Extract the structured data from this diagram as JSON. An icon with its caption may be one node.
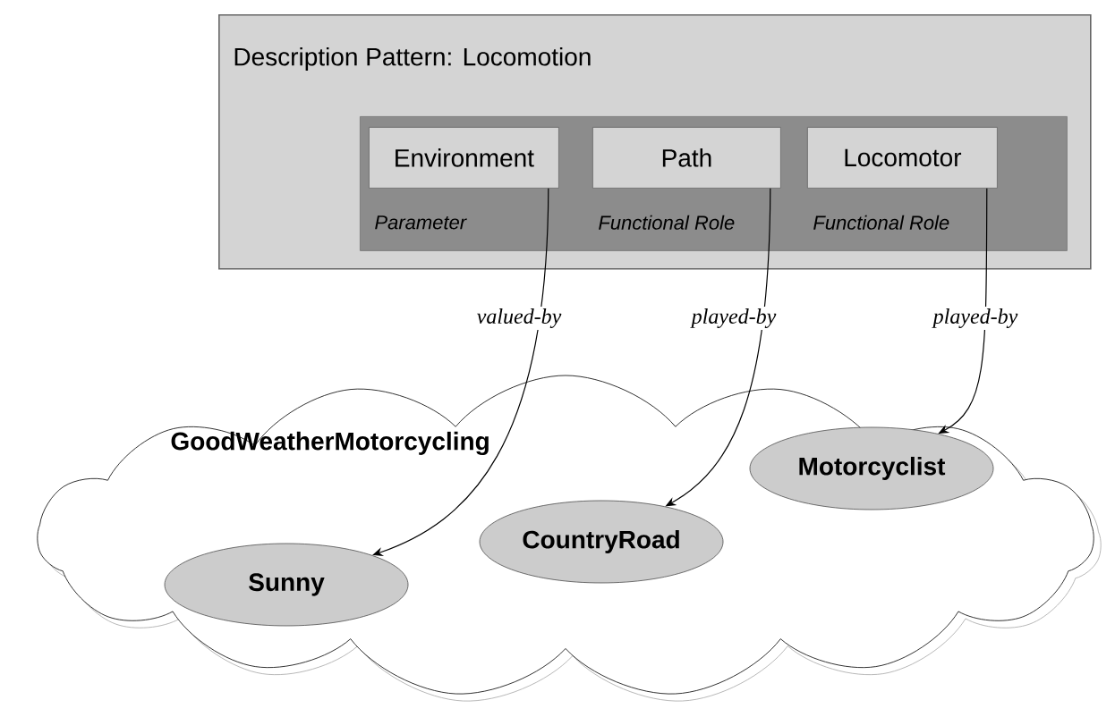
{
  "diagram": {
    "nodes": [
      {
        "text": [
          "Description Pattern: Locomotion"
        ]
      },
      {
        "text": [],
        "shape": "box",
        "in": 0
      },
      {
        "text": [
          "Environment"
        ],
        "beside": [
          "Parameter"
        ],
        "in": 1
      },
      {
        "text": [
          "Path"
        ],
        "beside": [
          "Functional Role"
        ],
        "in": 1
      },
      {
        "text": [
          "Locomotor"
        ],
        "beside": [
          "Functional Role"
        ],
        "in": 1
      },
      {
        "text": [
          "GoodWeatherMotorcycling"
        ]
      },
      {
        "text": [
          "Sunny"
        ],
        "in": 5
      },
      {
        "text": [
          "CountryRoad"
        ],
        "in": 5
      },
      {
        "text": [
          "Motorcyclist"
        ],
        "in": 5
      }
    ],
    "edges": [
      {
        "from": 2,
        "to": 6,
        "arrow": "to",
        "label": "valued-by"
      },
      {
        "from": 3,
        "to": 7,
        "arrow": "to",
        "label": "played-by"
      },
      {
        "from": 4,
        "to": 8,
        "arrow": "to",
        "label": "played-by"
      }
    ]
  }
}
